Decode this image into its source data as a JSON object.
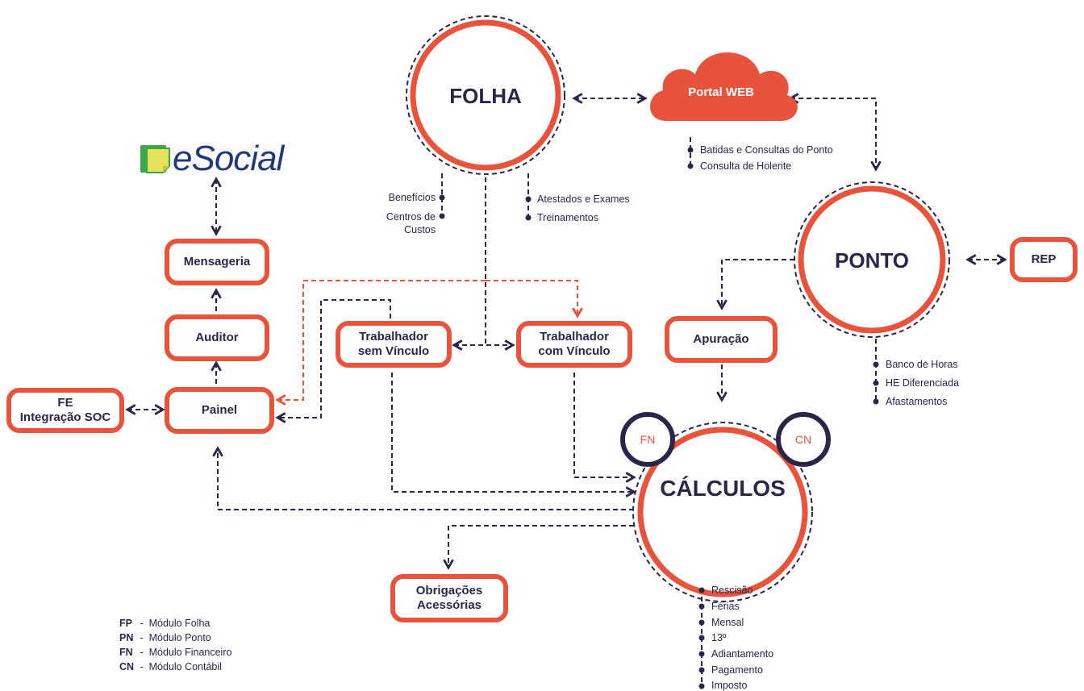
{
  "colors": {
    "accent": "#e8533c",
    "dark": "#2b2548",
    "brand_blue": "#213a7a",
    "leaf_green": "#4caf50",
    "leaf_yellow": "#e6e25a"
  },
  "folha": {
    "label": "FOLHA",
    "left_items": [
      "Benefícios",
      "Centros de Custos"
    ],
    "right_items": [
      "Atestados e Exames",
      "Treinamentos"
    ]
  },
  "portal": {
    "label": "Portal WEB",
    "items": [
      "Batidas e Consultas do Ponto",
      "Consulta de Holerite"
    ]
  },
  "ponto": {
    "label": "PONTO",
    "items": [
      "Banco de Horas",
      "HE Diferenciada",
      "Afastamentos"
    ]
  },
  "rep": {
    "label": "REP"
  },
  "esocial": {
    "label": "eSocial",
    "icon": "esocial-leaf-icon"
  },
  "mensageria": {
    "label": "Mensageria"
  },
  "auditor": {
    "label": "Auditor"
  },
  "painel": {
    "label": "Painel"
  },
  "fe": {
    "line1": "FE",
    "line2": "Integração SOC"
  },
  "trab_sem": {
    "line1": "Trabalhador",
    "line2": "sem Vínculo"
  },
  "trab_com": {
    "line1": "Trabalhador",
    "line2": "com Vínculo"
  },
  "apuracao": {
    "label": "Apuração"
  },
  "calculos": {
    "label": "CÁLCULOS",
    "fn": "FN",
    "cn": "CN",
    "items": [
      "Rescisão",
      "Férias",
      "Mensal",
      "13º",
      "Adiantamento",
      "Pagamento",
      "Imposto"
    ]
  },
  "obrigacoes": {
    "line1": "Obrigações",
    "line2": "Acessórias"
  },
  "legend": [
    {
      "code": "FP",
      "sep": "-",
      "text": "Módulo Folha"
    },
    {
      "code": "PN",
      "sep": "-",
      "text": "Módulo Ponto"
    },
    {
      "code": "FN",
      "sep": "-",
      "text": "Módulo Financeiro"
    },
    {
      "code": "CN",
      "sep": "-",
      "text": "Módulo Contábil"
    }
  ]
}
